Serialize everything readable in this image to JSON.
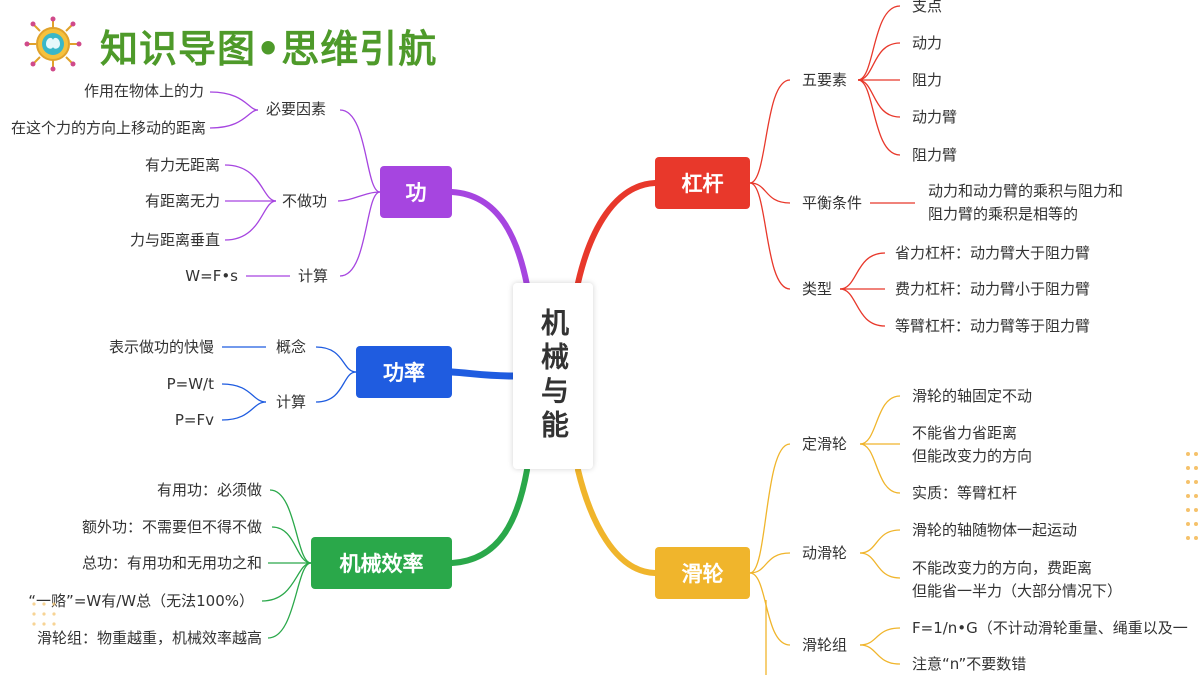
{
  "title": "知识导图•思维引航",
  "center": "机械与能",
  "branches": {
    "gong": "功",
    "gonglv": "功率",
    "xiaolv": "机械效率",
    "gangan": "杠杆",
    "hualun": "滑轮"
  },
  "gong": {
    "biyao": "必要因素",
    "biyao_items": [
      "作用在物体上的力",
      "在这个力的方向上移动的距离"
    ],
    "buzuogong": "不做功",
    "buzuogong_items": [
      "有力无距离",
      "有距离无力",
      "力与距离垂直"
    ],
    "jisuan": "计算",
    "jisuan_item": "W=F•s"
  },
  "gonglv": {
    "gainian": "概念",
    "gainian_item": "表示做功的快慢",
    "jisuan": "计算",
    "jisuan_items": [
      "P=W/t",
      "P=Fv"
    ]
  },
  "xiaolv": {
    "items": [
      "有用功：必须做",
      "额外功：不需要但不得不做",
      "总功：有用功和无用功之和",
      "“一赂”=W有/W总（无法100%）",
      "滑轮组：物重越重，机械效率越高"
    ]
  },
  "gangan": {
    "wuyaosu": "五要素",
    "wuyaosu_items": [
      "支点",
      "动力",
      "阻力",
      "动力臂",
      "阻力臂"
    ],
    "pingheng": "平衡条件",
    "pingheng_lines": [
      "动力和动力臂的乘积与阻力和",
      "阻力臂的乘积是相等的"
    ],
    "leixing": "类型",
    "leixing_items": [
      "省力杠杆：动力臂大于阻力臂",
      "费力杠杆：动力臂小于阻力臂",
      "等臂杠杆：动力臂等于阻力臂"
    ]
  },
  "hualun": {
    "ding": "定滑轮",
    "ding_items": [
      "滑轮的轴固定不动",
      "不能省力省距离",
      "但能改变力的方向",
      "实质：等臂杠杆"
    ],
    "dong": "动滑轮",
    "dong_items": [
      "滑轮的轴随物体一起运动",
      "不能改变力的方向，费距离",
      "但能省一半力（大部分情况下）"
    ],
    "zu": "滑轮组",
    "zu_items": [
      "F=1/n•G（不计动滑轮重量、绳重以及一",
      "注意“n”不要数错"
    ]
  },
  "colors": {
    "gong": "#a645e0",
    "gonglv": "#1f5ce0",
    "xiaolv": "#2aa84a",
    "gangan": "#e8382b",
    "hualun": "#f0b52c",
    "title": "#4e9a2a"
  }
}
